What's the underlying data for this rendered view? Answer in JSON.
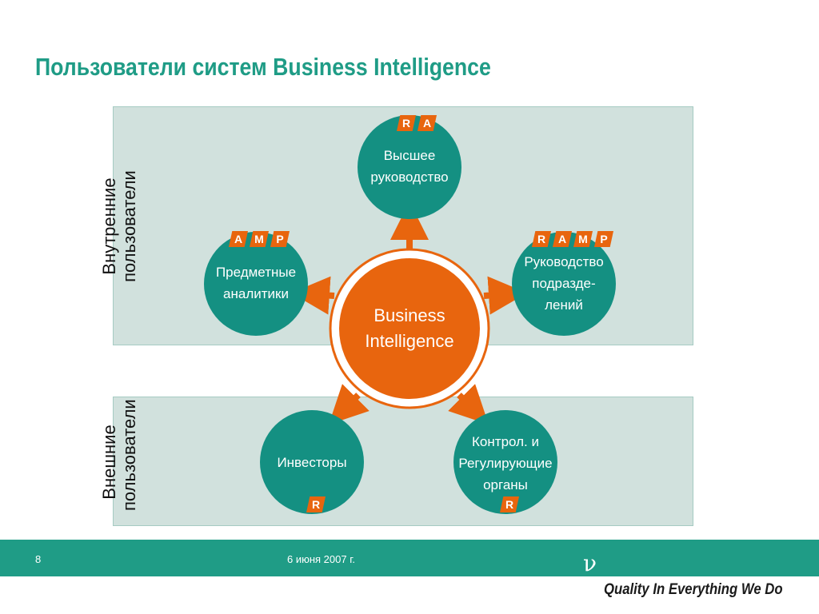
{
  "title": "Пользователи систем Business Intelligence",
  "groups": {
    "internal": [
      "Внутренние",
      "пользователи"
    ],
    "external": [
      "Внешние",
      "пользователи"
    ]
  },
  "center": {
    "lines": [
      "Business",
      "Intelligence"
    ]
  },
  "nodes": {
    "top_management": {
      "lines": [
        "Высшее",
        "руководство"
      ],
      "badges": [
        "R",
        "A"
      ]
    },
    "analysts": {
      "lines": [
        "Предметные",
        "аналитики"
      ],
      "badges": [
        "A",
        "M",
        "P"
      ]
    },
    "division_heads": {
      "lines": [
        "Руководство",
        "подразде-",
        "лений"
      ],
      "badges": [
        "R",
        "A",
        "M",
        "P"
      ]
    },
    "investors": {
      "lines": [
        "Инвесторы"
      ],
      "badges": [
        "R"
      ]
    },
    "regulators": {
      "lines": [
        "Контрол. и",
        "Регулирующие",
        "органы"
      ],
      "badges": [
        "R"
      ]
    }
  },
  "footer": {
    "page_number": "8",
    "date": "6 июня 2007 г.",
    "logo_symbol": "ν",
    "tagline": "Quality In Everything We Do"
  },
  "colors": {
    "teal": "#1f9c86",
    "node_teal": "#149082",
    "orange": "#e8650e",
    "panel": "#d1e1dd"
  }
}
